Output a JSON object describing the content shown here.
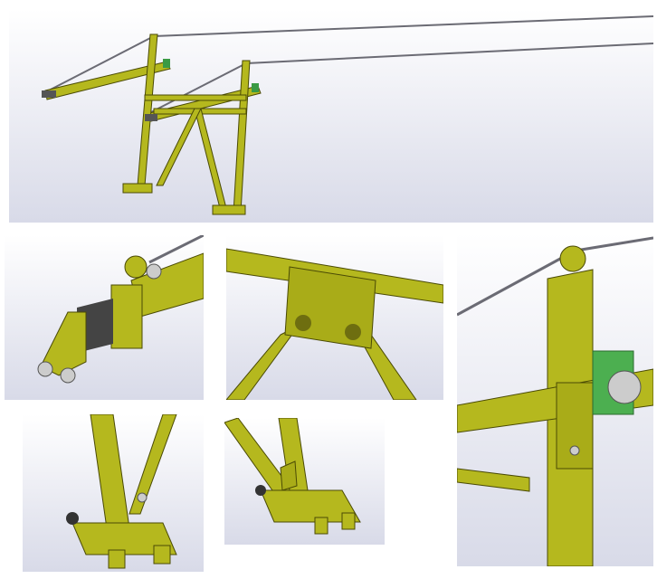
{
  "colors": {
    "frame_yellow": "#b5b81e",
    "frame_edge": "#4a4a05",
    "cable": "#6b6b74",
    "motor_green": "#4caf50",
    "background_top": "#ffffff",
    "background_bottom": "#d9dbe8"
  },
  "views": [
    {
      "id": "overview"
    },
    {
      "id": "boom-end-detail"
    },
    {
      "id": "crossbeam-bracket-detail"
    },
    {
      "id": "mast-top-detail"
    },
    {
      "id": "base-foot-detail-left"
    },
    {
      "id": "base-foot-detail-right"
    }
  ]
}
